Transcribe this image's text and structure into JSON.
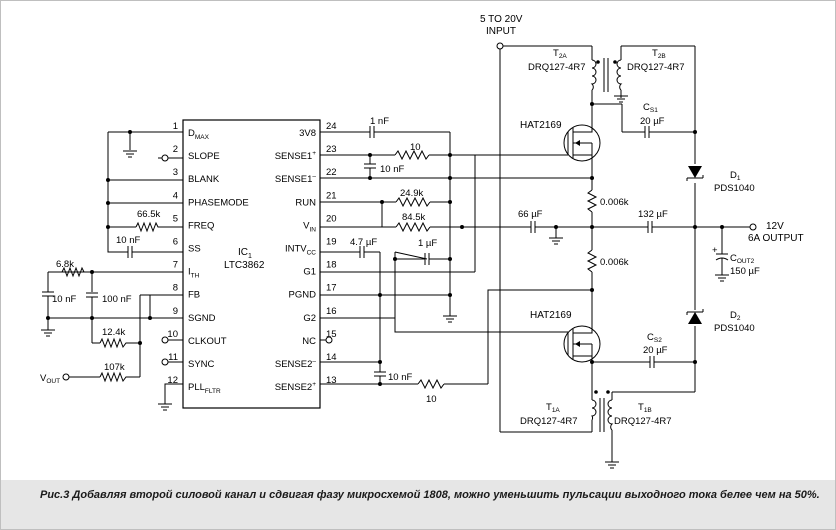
{
  "input": {
    "line1": "5 TO 20V",
    "line2": "INPUT"
  },
  "ic": {
    "name": "IC",
    "sub": "1",
    "part": "LTC3862"
  },
  "pins_left": [
    {
      "num": "1",
      "name": "D",
      "sub": "MAX"
    },
    {
      "num": "2",
      "name": "SLOPE",
      "sub": ""
    },
    {
      "num": "3",
      "name": "BLANK",
      "sub": ""
    },
    {
      "num": "4",
      "name": "PHASEMODE",
      "sub": ""
    },
    {
      "num": "5",
      "name": "FREQ",
      "sub": ""
    },
    {
      "num": "6",
      "name": "SS",
      "sub": ""
    },
    {
      "num": "7",
      "name": "I",
      "sub": "TH"
    },
    {
      "num": "8",
      "name": "FB",
      "sub": ""
    },
    {
      "num": "9",
      "name": "SGND",
      "sub": ""
    },
    {
      "num": "10",
      "name": "CLKOUT",
      "sub": ""
    },
    {
      "num": "11",
      "name": "SYNC",
      "sub": ""
    },
    {
      "num": "12",
      "name": "PLL",
      "sub": "FLTR"
    }
  ],
  "pins_right": [
    {
      "num": "24",
      "name": "3V8",
      "sup": "",
      "sub": ""
    },
    {
      "num": "23",
      "name": "SENSE1",
      "sup": "+",
      "sub": ""
    },
    {
      "num": "22",
      "name": "SENSE1",
      "sup": "–",
      "sub": ""
    },
    {
      "num": "21",
      "name": "RUN",
      "sup": "",
      "sub": ""
    },
    {
      "num": "20",
      "name": "V",
      "sup": "",
      "sub": "IN"
    },
    {
      "num": "19",
      "name": "INTV",
      "sup": "",
      "sub": "CC"
    },
    {
      "num": "18",
      "name": "G1",
      "sup": "",
      "sub": ""
    },
    {
      "num": "17",
      "name": "PGND",
      "sup": "",
      "sub": ""
    },
    {
      "num": "16",
      "name": "G2",
      "sup": "",
      "sub": ""
    },
    {
      "num": "15",
      "name": "NC",
      "sup": "",
      "sub": ""
    },
    {
      "num": "14",
      "name": "SENSE2",
      "sup": "–",
      "sub": ""
    },
    {
      "num": "13",
      "name": "SENSE2",
      "sup": "+",
      "sub": ""
    }
  ],
  "labels": {
    "r_freq": "66.5k",
    "c_ss": "10 nF",
    "r_ith": "6.8k",
    "c_ith1": "10 nF",
    "c_ith2": "100 nF",
    "r_fb1": "12.4k",
    "r_fb2": "107k",
    "vout_main": "V",
    "vout_sub": "OUT",
    "c_3v8": "1 nF",
    "r_sense1": "10",
    "c_sense1": "10 nF",
    "r_run1": "24.9k",
    "r_run2": "84.5k",
    "c_intv1": "4.7 µF",
    "c_intv2": "1 µF",
    "c_sense2": "10 nF",
    "r_sense2": "10",
    "mosfet_top": "HAT2169",
    "mosfet_bot": "HAT2169",
    "t2a_main": "T",
    "t2a_sub": "2A",
    "t2a_part": "DRQ127-4R7",
    "t2b_main": "T",
    "t2b_sub": "2B",
    "t2b_part": "DRQ127-4R7",
    "t1a_main": "T",
    "t1a_sub": "1A",
    "t1a_part": "DRQ127-4R7",
    "t1b_main": "T",
    "t1b_sub": "1B",
    "t1b_part": "DRQ127-4R7",
    "cs1_main": "C",
    "cs1_sub": "S1",
    "cs1_val": "20 µF",
    "cs2_main": "C",
    "cs2_sub": "S2",
    "cs2_val": "20 µF",
    "r_shunt1": "0.006k",
    "r_shunt2": "0.006k",
    "c_in": "66 µF",
    "c_mid": "132 µF",
    "d1_main": "D",
    "d1_sub": "1",
    "d1_part": "PDS1040",
    "d2_main": "D",
    "d2_sub": "2",
    "d2_part": "PDS1040",
    "cout_main": "C",
    "cout_sub": "OUT2",
    "cout_val": "150 µF",
    "out_line1": "12V",
    "out_line2": "6A OUTPUT"
  },
  "caption": "Рис.3 Добавляя второй силовой канал и сдвигая фазу микросхемой 1808, можно уменьшить пульсации выходного тока белее чем на 50%."
}
